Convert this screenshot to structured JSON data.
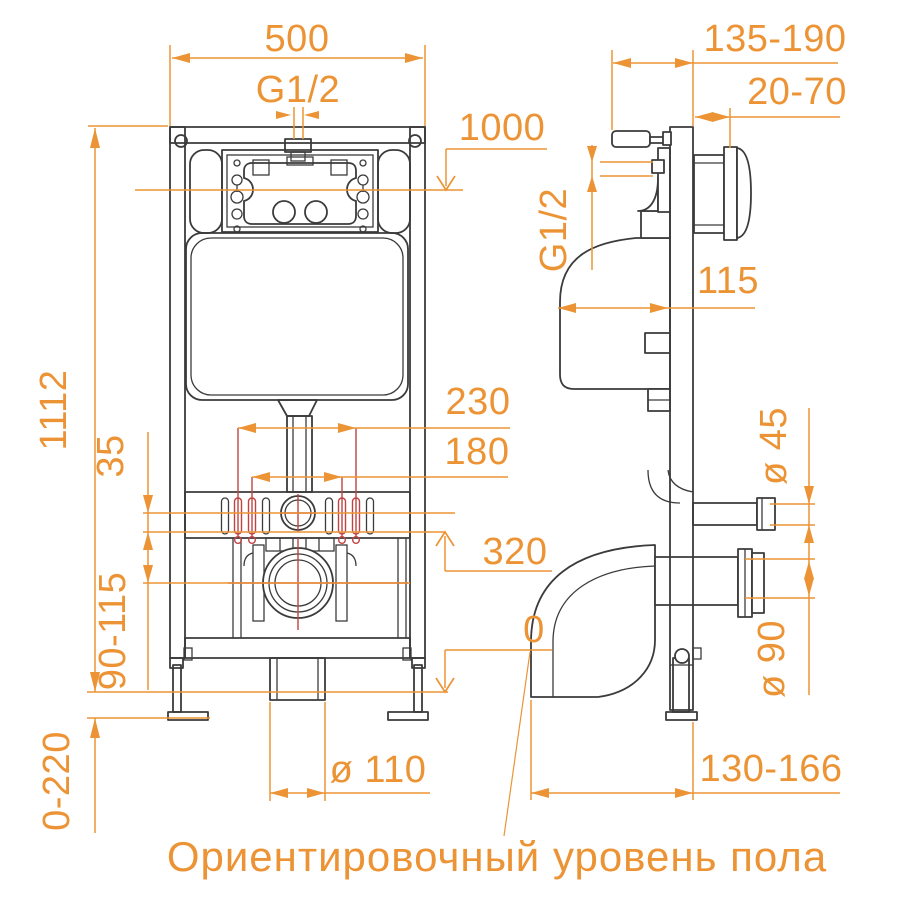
{
  "caption": "Ориентировочный уровень пола",
  "colors": {
    "accent_orange": "#EC9435",
    "centerline_red": "#C04343",
    "drawing_line": "#3B3B3B",
    "background": "#FFFFFF"
  },
  "front_view": {
    "frame_width": "500",
    "supply_thread": "G1/2",
    "button_center_height": "1000",
    "frame_height": "1112",
    "supply_to_bolt_offset": "35",
    "bolt_spacing_outer": "230",
    "bolt_spacing_inner": "180",
    "bolt_height": "320",
    "outlet_center_offset": "90-115",
    "floor_level": "0",
    "leg_adjustment": "0-220",
    "outlet_diameter": "ø 110"
  },
  "side_view": {
    "frame_depth_range": "135-190",
    "wall_finish_range": "20-70",
    "supply_thread": "G1/2",
    "cistern_depth": "115",
    "flush_pipe_diameter": "ø 45",
    "drain_diameter": "ø 90",
    "drain_distance": "130-166"
  }
}
